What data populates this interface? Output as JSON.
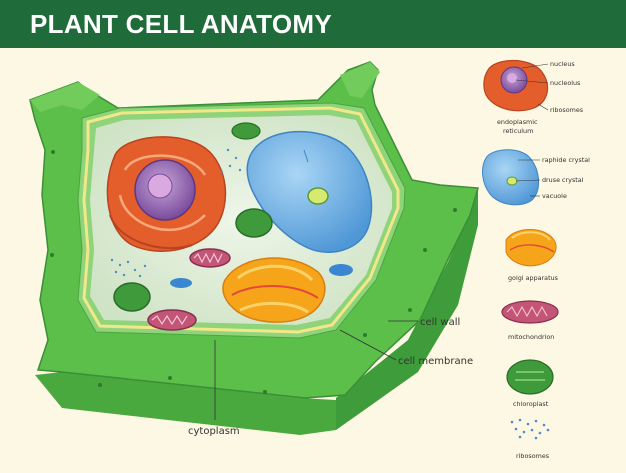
{
  "title": "PLANT CELL ANATOMY",
  "labels": {
    "cell_wall": "cell wall",
    "cell_membrane": "cell membrane",
    "cytoplasm": "cytoplasm"
  },
  "legend": {
    "nucleus": "nucleus",
    "nucleolus": "nucleolus",
    "ribosomes_er": "ribosomes",
    "er_line1": "endoplasmic",
    "er_line2": "reticulum",
    "raphide_crystal": "raphide crystal",
    "druse_crystal": "druse crystal",
    "vacuole": "vacuole",
    "golgi": "golgi apparatus",
    "mitochondrion": "mitochondrion",
    "chloroplast": "chloroplast",
    "ribosomes": "ribosomes"
  },
  "colors": {
    "header": "#1f6b3a",
    "background": "#fdf8e3",
    "cell_wall": "#5cbf4a",
    "cell_wall_dark": "#3f9c3b",
    "cytoplasm": "#d9ead1",
    "vacuole": "#6fb2e6",
    "er": "#e45e2c",
    "nucleus": "#8a5ca8",
    "golgi": "#f6a51a",
    "mitochondrion": "#c35577",
    "chloroplast": "#3e9a3b"
  }
}
